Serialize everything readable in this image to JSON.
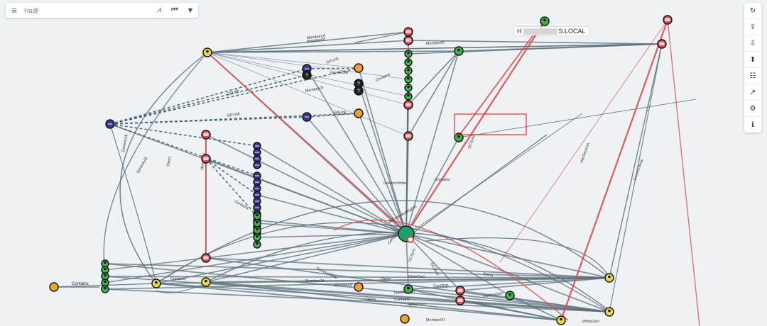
{
  "app": {
    "search": {
      "placeholder": "Ha@",
      "menu_glyph": "≡",
      "path_glyph": "⩘",
      "back_glyph": "⏮",
      "filter_glyph": "▼"
    },
    "toolbar": [
      {
        "icon": "refresh-icon",
        "glyph": "↻"
      },
      {
        "icon": "export-icon",
        "glyph": "⇪"
      },
      {
        "icon": "import-icon",
        "glyph": "⇩"
      },
      {
        "icon": "upload-icon",
        "glyph": "⬆"
      },
      {
        "icon": "query-list-icon",
        "glyph": "☷"
      },
      {
        "icon": "stats-icon",
        "glyph": "↗"
      },
      {
        "icon": "settings-icon",
        "glyph": "⚙"
      },
      {
        "icon": "info-icon",
        "glyph": "ℹ"
      }
    ],
    "domain_label": {
      "prefix": "H",
      "suffix": "S.LOCAL"
    }
  },
  "colors": {
    "edge": "#5b6f78",
    "edge_highlight": "#e04848",
    "user": "#3cb44b",
    "group": "#e8d84a",
    "computer": "#d9534f",
    "domain": "#1f9f6a",
    "gpo": "#3a3a8c",
    "ou": "#f0a030",
    "unknown": "#222222",
    "selection_box": "#e03030"
  },
  "edge_labels": [
    "MemberOf",
    "MemberOf",
    "MemberOf",
    "GPLink",
    "GPLink",
    "GPLink",
    "GenericAll",
    "MemberOf",
    "Contains",
    "Owns",
    "WriteDacl",
    "GenericAll",
    "Contains",
    "GenericWrite",
    "Owns",
    "WriteDacl",
    "DCSync",
    "DCSync",
    "DCSync",
    "HasSession",
    "HasSession",
    "GenericWrite",
    "GenericAll",
    "MemberOf",
    "MemberOf",
    "CanRDP",
    "HasSession",
    "Contains",
    "Owns",
    "WriteDacl",
    "Contains",
    "MemberOf",
    "WriteDacl",
    "Owns",
    "GenericWrite",
    "Contains",
    "AllExtendedRights",
    "Contains",
    "GpLink"
  ],
  "node_labels": [
    "Contains"
  ]
}
